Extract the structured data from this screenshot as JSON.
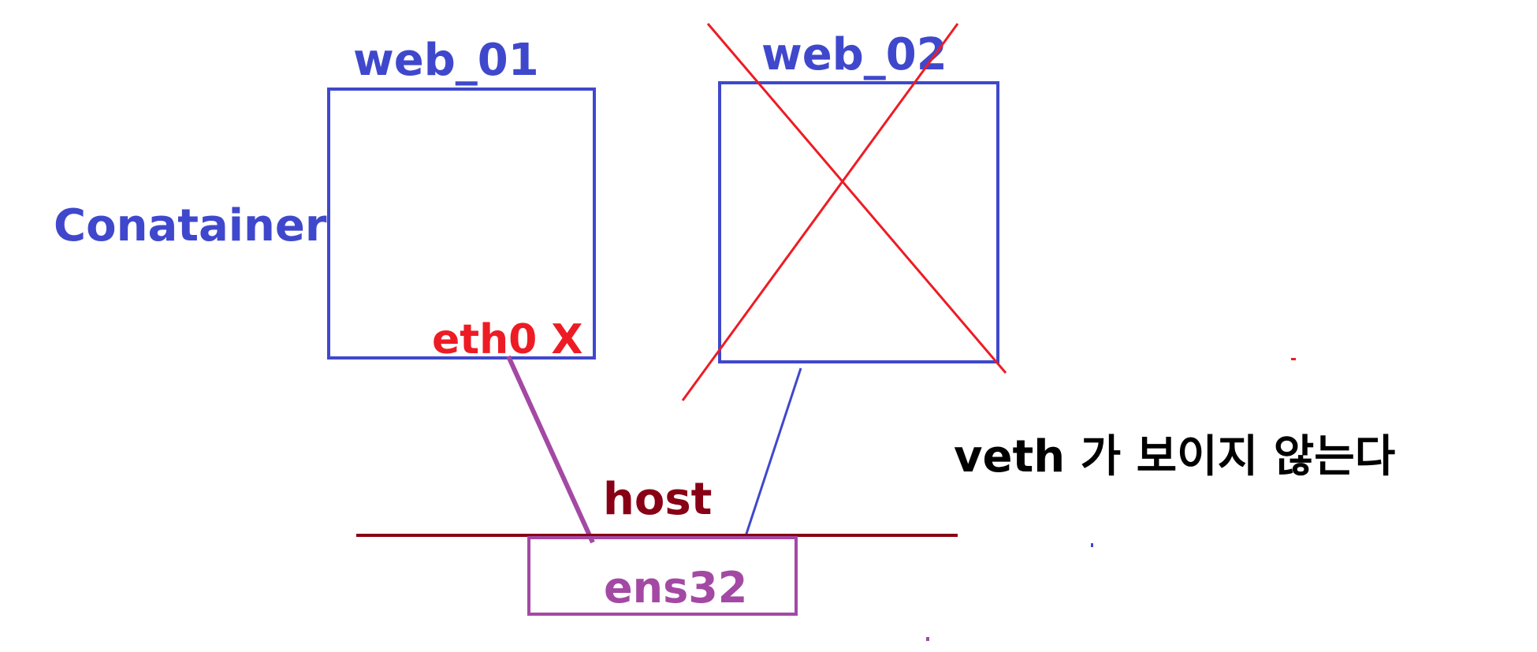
{
  "labels": {
    "container_side": "Conatainer",
    "web01": "web_01",
    "web02": "web_02",
    "eth0": "eth0 X",
    "host": "host",
    "ens32": "ens32",
    "note": "veth 가 보이지 않는다"
  },
  "colors": {
    "container_blue": "#3f48cc",
    "cross_red": "#ed1c24",
    "eth_red": "#ed1c24",
    "host_darkred": "#880015",
    "ens_purple": "#a349a4",
    "veth_link_purple": "#a349a4",
    "note_black": "#000000"
  }
}
